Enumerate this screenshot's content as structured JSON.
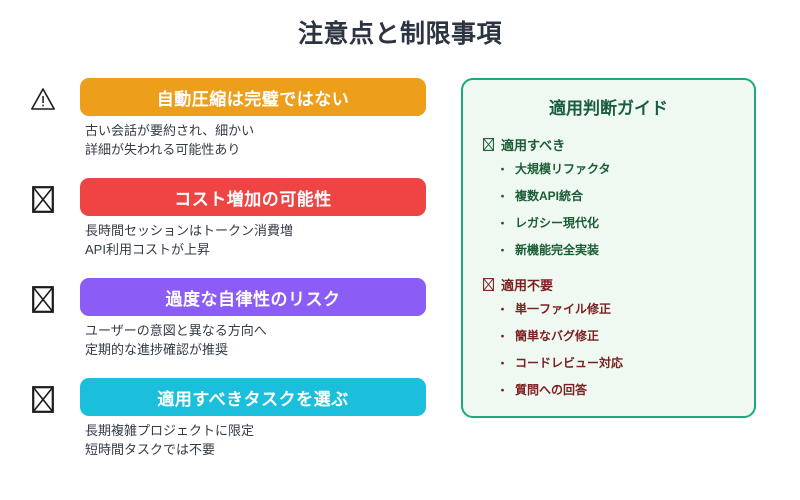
{
  "page": {
    "title": "注意点と制限事項"
  },
  "risks": [
    {
      "icon": "warning-triangle-icon",
      "banner": "自動圧縮は完璧ではない",
      "color": "#ed9f1c",
      "desc": [
        "古い会話が要約され、細かい",
        "詳細が失われる可能性あり"
      ]
    },
    {
      "icon": "missing-glyph-box-icon",
      "banner": "コスト増加の可能性",
      "color": "#ef4444",
      "desc": [
        "長時間セッションはトークン消費増",
        "API利用コストが上昇"
      ]
    },
    {
      "icon": "missing-glyph-box-icon",
      "banner": "過度な自律性のリスク",
      "color": "#8b5cf6",
      "desc": [
        "ユーザーの意図と異なる方向へ",
        "定期的な進捗確認が推奨"
      ]
    },
    {
      "icon": "missing-glyph-box-icon",
      "banner": "適用すべきタスクを選ぶ",
      "color": "#1cbfdb",
      "desc": [
        "長期複雑プロジェクトに限定",
        "短時間タスクでは不要"
      ]
    }
  ],
  "guide": {
    "title": "適用判断ガイド",
    "panel_border_color": "#1ba87c",
    "panel_background_color": "#eff9f2",
    "sections": [
      {
        "heading": "適用すべき",
        "color": "#1a5c33",
        "bullet": "・",
        "items": [
          "大規模リファクタ",
          "複数API統合",
          "レガシー現代化",
          "新機能完全実装"
        ]
      },
      {
        "heading": "適用不要",
        "color": "#7a2020",
        "bullet": "・",
        "items": [
          "単一ファイル修正",
          "簡単なバグ修正",
          "コードレビュー対応",
          "質問への回答"
        ]
      }
    ]
  }
}
